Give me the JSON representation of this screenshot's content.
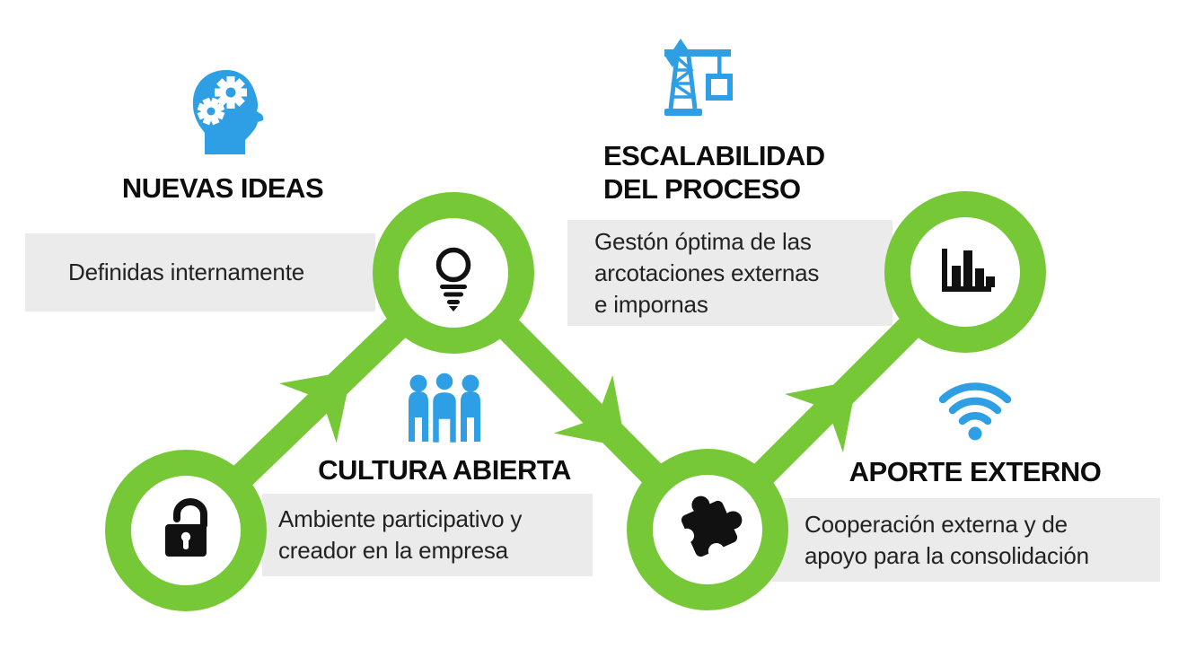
{
  "figure": {
    "type": "process-zigzag-infographic",
    "background": "#ffffff",
    "palette": {
      "green": "#76c837",
      "blue": "#2e9fe4",
      "box_background": "#ebebeb",
      "title_text": "#0d0d0d",
      "body_text": "#222222",
      "node_icon": "#111111"
    }
  },
  "sections": [
    {
      "id": "nuevas-ideas",
      "title": "NUEVAS IDEAS",
      "description": "Definidas internamente",
      "topic_icon": "head-gears-icon",
      "node_icon": "lightbulb-icon"
    },
    {
      "id": "cultura-abierta",
      "title": "CULTURA ABIERTA",
      "description": "Ambiente participativo y\ncreador en la empresa",
      "topic_icon": "people-icon",
      "node_icon": "unlock-icon"
    },
    {
      "id": "escalabilidad-del-proceso",
      "title": "ESCALABILIDAD\nDEL PROCESO",
      "description": "Gestón óptima de las\narcotaciones externas\ne impornas",
      "topic_icon": "crane-icon",
      "node_icon": "bar-chart-icon"
    },
    {
      "id": "aporte-externo",
      "title": "APORTE EXTERNO",
      "description": "Cooperación externa y de\napoyo para la consolidación",
      "topic_icon": "wifi-icon",
      "node_icon": "puzzle-icon"
    }
  ]
}
